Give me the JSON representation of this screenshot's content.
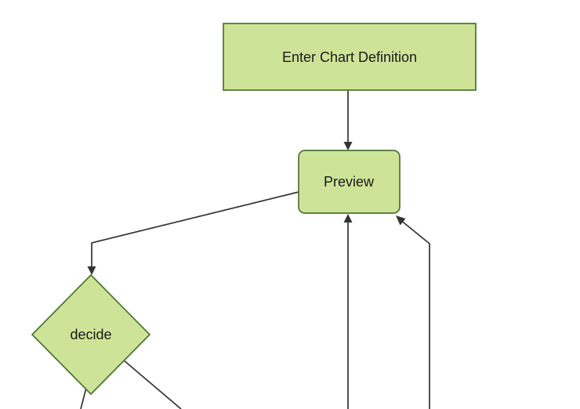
{
  "diagram": {
    "type": "flowchart",
    "orientation": "top-down",
    "nodes": [
      {
        "id": "enter-chart-definition",
        "label": "Enter Chart Definition",
        "shape": "rectangle"
      },
      {
        "id": "preview",
        "label": "Preview",
        "shape": "rounded-rectangle"
      },
      {
        "id": "decide",
        "label": "decide",
        "shape": "diamond"
      }
    ],
    "edges": [
      {
        "from": "enter-chart-definition",
        "to": "preview",
        "arrow": true
      },
      {
        "from": "preview",
        "to": "decide",
        "arrow": true
      },
      {
        "from": "offscreen-bottom",
        "to": "preview",
        "arrow": true
      },
      {
        "from": "offscreen-bottom-right",
        "to": "preview",
        "arrow": true
      },
      {
        "from": "decide",
        "to": "offscreen-bottom-left",
        "arrow": false
      },
      {
        "from": "decide",
        "to": "offscreen-bottom-right",
        "arrow": false
      }
    ],
    "colors": {
      "node_fill": "#cde498",
      "node_stroke": "#4c7233",
      "edge_line": "#333333",
      "label_text": "#1a1a1a",
      "background": "#ffffff"
    }
  }
}
